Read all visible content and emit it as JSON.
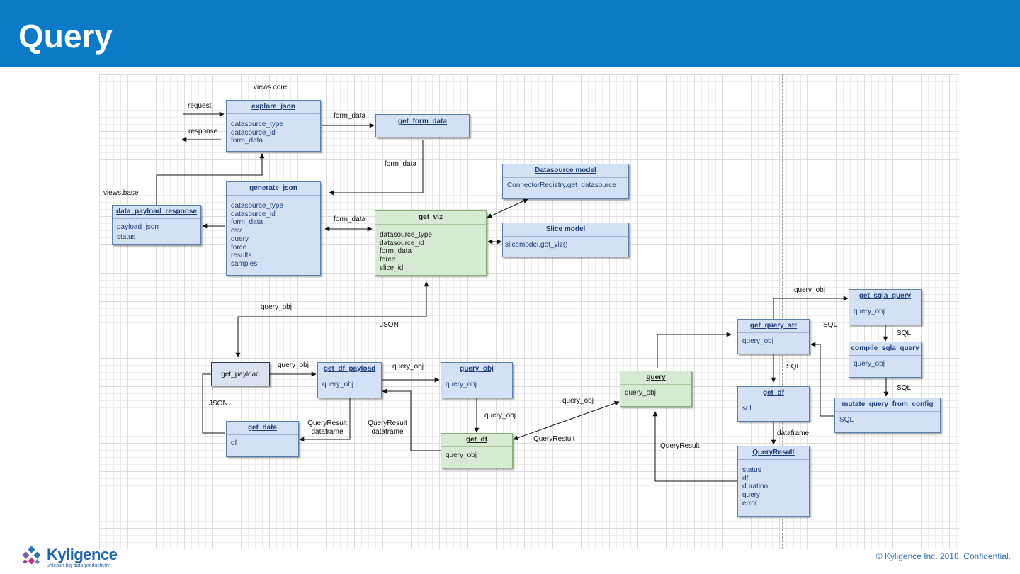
{
  "header": {
    "title": "Query"
  },
  "labels": {
    "views_core": "views.core",
    "views_base": "views.base",
    "request": "request",
    "response": "response",
    "form_data_1": "form_data",
    "form_data_2": "form_data",
    "form_data_3": "form_data",
    "query_obj_1": "query_obj",
    "json_1": "JSON",
    "query_obj_2": "query_obj",
    "json_2": "JSON",
    "query_obj_3": "query_obj",
    "qr_df_1a": "QueryResult",
    "qr_df_1b": "dataframe",
    "qr_df_2a": "QueryResult",
    "qr_df_2b": "dataframe",
    "query_obj_4": "query_obj",
    "query_obj_5": "query_obj",
    "query_restult": "QueryRestult",
    "query_result": "QueryResult",
    "query_obj_6": "query_obj",
    "sql_1": "SQL",
    "sql_2": "SQL",
    "sql_3": "SQL",
    "sql_4": "SQL",
    "dataframe": "dataframe"
  },
  "boxes": {
    "explore_json": {
      "title": "explore_json",
      "fields": "datasource_type\ndatasource_id\nform_data"
    },
    "get_form_data": {
      "title": "get_form_data"
    },
    "datasource_model": {
      "title": "Datasource model",
      "fields": "ConnectorRegistry.get_datasource"
    },
    "generate_json": {
      "title": "generate_json",
      "fields": "datasource_type\ndatasource_id\nform_data\ncsv\nquery\nforce\nresults\nsamples"
    },
    "data_payload_response": {
      "title": "data_payload_response",
      "fields": "payload_json\nstatus"
    },
    "get_viz": {
      "title": "get_viz",
      "fields": "datasource_type\ndatasource_id\nform_data\nforce\nslice_id"
    },
    "slice_model": {
      "title": "Slice model",
      "fields": "slicemodel.get_viz()"
    },
    "get_payload": {
      "title": "get_payload"
    },
    "get_df_payload": {
      "title": "get_df_payload",
      "fields": "query_obj"
    },
    "query_obj": {
      "title": "query_obj",
      "fields": "query_obj"
    },
    "get_data": {
      "title": "get_data",
      "fields": "df"
    },
    "get_df_green": {
      "title": "get_df",
      "fields": "query_obj"
    },
    "query": {
      "title": "query",
      "fields": "query_obj"
    },
    "get_query_str": {
      "title": "get_query_str",
      "fields": "query_obj"
    },
    "get_sqla_query": {
      "title": "get_sqla_query",
      "fields": "query_obj"
    },
    "compile_sqla_query": {
      "title": "compile_sqla_query",
      "fields": "query_obj"
    },
    "get_df_blue": {
      "title": "get_df",
      "fields": "sql"
    },
    "mutate_query": {
      "title": "mutate_query_from_config",
      "fields": "SQL"
    },
    "query_result_box": {
      "title": "QueryResult",
      "fields": "status\ndf\nduration\nquery\nerror"
    }
  },
  "footer": {
    "logo_word": "Kyligence",
    "logo_tagline": "unleash big data productivity",
    "copyright": "© Kyligence Inc. 2018, Confidential."
  },
  "colors": {
    "header": "#0b7bc8",
    "box_blue": "#d4e1f4",
    "box_green": "#d7ead3",
    "accent": "#1f63b4"
  }
}
